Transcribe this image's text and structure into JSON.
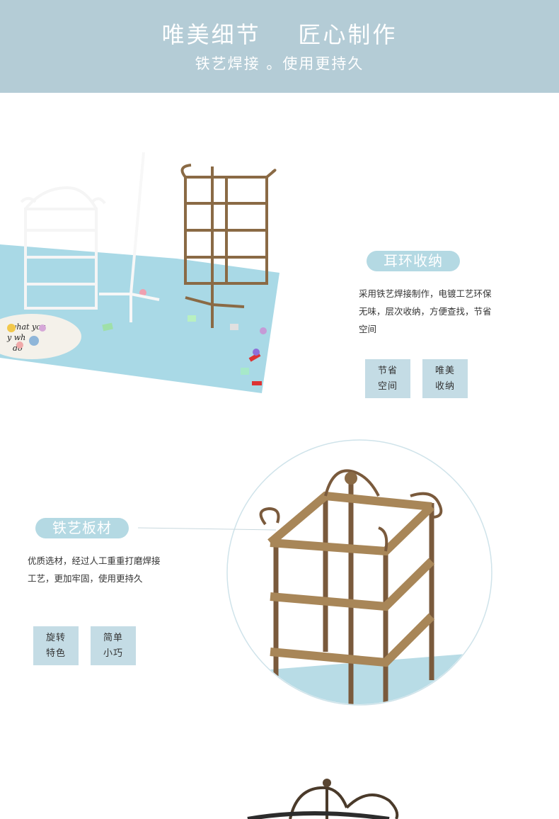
{
  "banner": {
    "title": "唯美细节    匠心制作",
    "subtitle": "铁艺焊接 。使用更持久"
  },
  "section1": {
    "heading": "耳环收纳",
    "description": "采用铁艺焊接制作，电镀工艺环保无味，层次收纳，方便查找，节省空间",
    "tags": [
      {
        "line1": "节省",
        "line2": "空间"
      },
      {
        "line1": "唯美",
        "line2": "收纳"
      }
    ]
  },
  "section2": {
    "heading": "铁艺板材",
    "description": "优质选材，经过人工重重打磨焊接工艺，更加牢固，使用更持久",
    "tags": [
      {
        "line1": "旋转",
        "line2": "特色"
      },
      {
        "line1": "简单",
        "line2": "小巧"
      }
    ]
  },
  "photo_card_text": [
    "what you",
    "y wh",
    "do"
  ],
  "colors": {
    "banner_bg": "#b4ccd6",
    "pill_bg": "#b4d9e3",
    "tag_bg": "#c4dce5",
    "bronze": "#8a6a45"
  }
}
